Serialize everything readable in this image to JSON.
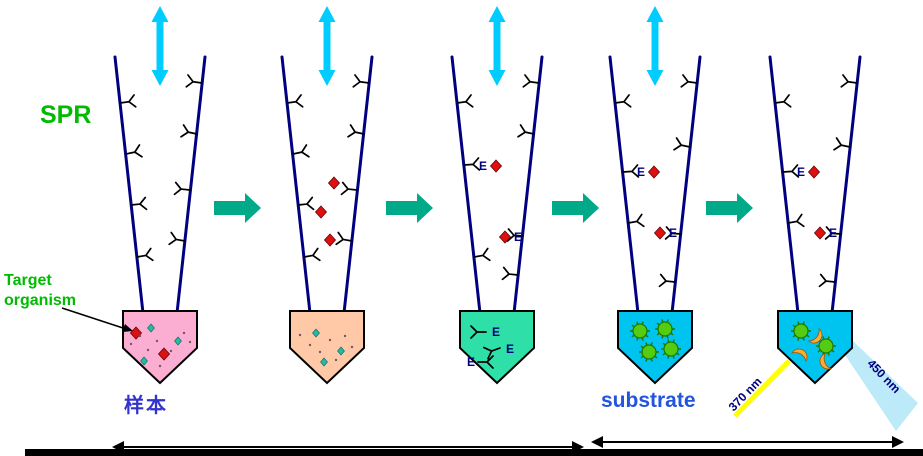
{
  "labels": {
    "spr": "SPR",
    "target_line1": "Target",
    "target_line2": "organism",
    "sample": "样本",
    "substrate": "substrate",
    "excitation_wavelength": "370 nm",
    "emission_wavelength": "450 nm",
    "enzyme": "E"
  },
  "colors": {
    "funnel_outline": "#000080",
    "flow_arrow": "#00CCFF",
    "step_arrow": "#00AA88",
    "green_label": "#00BB00",
    "sample_label": "#3333CC",
    "substrate_label": "#2255DD",
    "wavelength_label": "#000080",
    "enzyme_label": "#000080",
    "antibody": "#000000",
    "target_diamond": "#DD1111",
    "particle_teal": "#22BBAA",
    "cup1_fill": "#FBAED2",
    "cup2_fill": "#FFC9A8",
    "cup3_fill": "#2EE0A8",
    "cup4_fill": "#00C4F0",
    "cup5_fill": "#00C4F0",
    "organism_green": "#55CC11",
    "product_orange": "#FFAA33",
    "beam_in": "#FFFF00",
    "beam_out": "#B5E8F7"
  }
}
